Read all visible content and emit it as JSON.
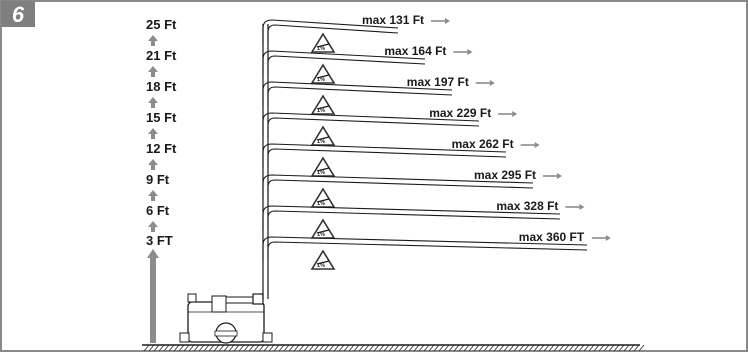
{
  "figure_number": "6",
  "heights": [
    "25 Ft",
    "21 Ft",
    "18 Ft",
    "15 Ft",
    "12 Ft",
    "9 Ft",
    "6 Ft",
    "3 FT"
  ],
  "distances": [
    "max 131 Ft",
    "max 164 Ft",
    "max 197 Ft",
    "max 229 Ft",
    "max 262 Ft",
    "max 295 Ft",
    "max 328 Ft",
    "max 360 FT"
  ],
  "slope_icon_label": "1%",
  "colors": {
    "frame": "#8a8a8a",
    "badge": "#7f7f7f",
    "arrow": "#8c8c8c",
    "pipe": "#1a1a1a",
    "warning_border": "#333333"
  }
}
